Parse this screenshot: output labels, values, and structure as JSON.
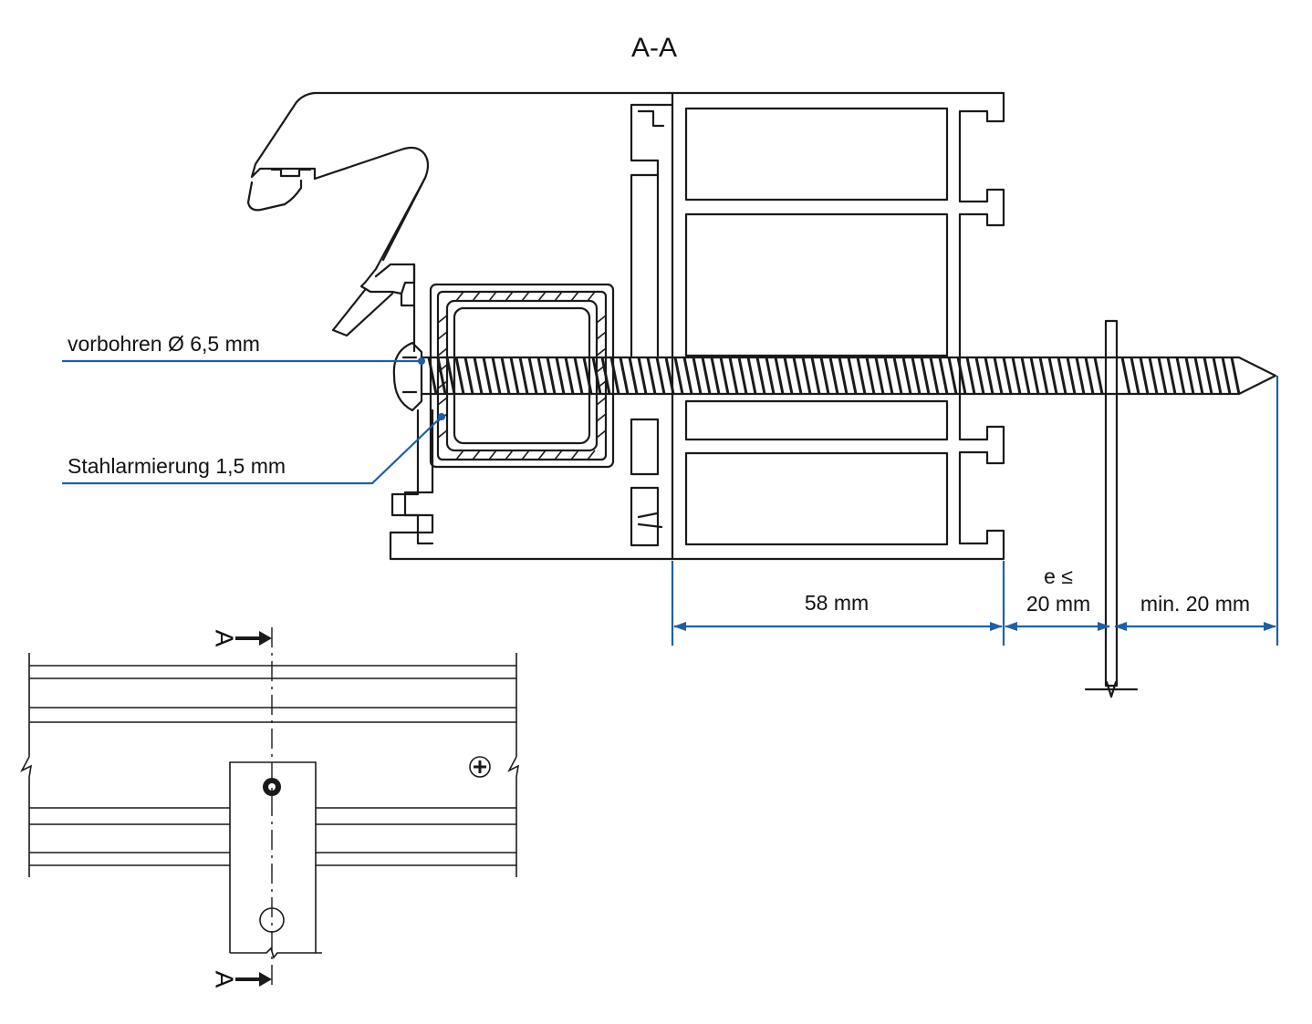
{
  "section_title": "A-A",
  "annotations": {
    "predrill": "vorbohren Ø 6,5 mm",
    "reinforcement": "Stahlarmierung 1,5 mm"
  },
  "dimensions": {
    "profile_depth": "58 mm",
    "gap_line1": "e ≤",
    "gap_line2": "20 mm",
    "embed": "min. 20 mm"
  },
  "section_marks": {
    "top": "A",
    "bottom": "A"
  },
  "colors": {
    "dimension_blue": "#1f5fa8",
    "line_black": "#1a1a1a"
  }
}
